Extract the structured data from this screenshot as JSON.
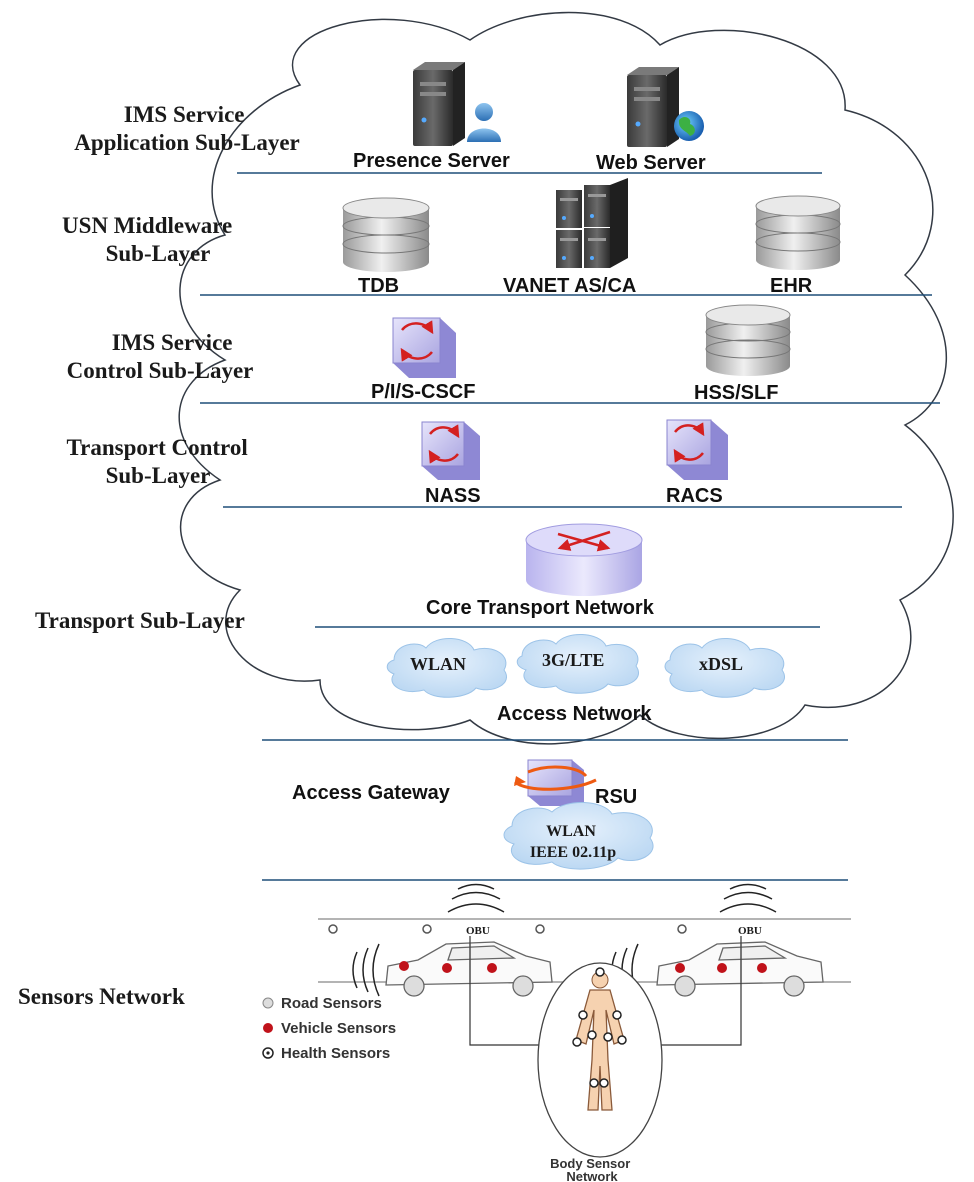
{
  "layers": {
    "ims_app": [
      "IMS Service",
      "Application Sub-Layer"
    ],
    "usn": [
      "USN Middleware",
      "Sub-Layer"
    ],
    "ims_ctrl": [
      "IMS Service",
      "Control Sub-Layer"
    ],
    "transport_ctrl": [
      "Transport Control",
      "Sub-Layer"
    ],
    "transport": "Transport Sub-Layer",
    "sensors": "Sensors Network"
  },
  "nodes": {
    "presence_server": "Presence Server",
    "web_server": "Web Server",
    "tdb": "TDB",
    "vanet": "VANET AS/CA",
    "ehr": "EHR",
    "pis_cscf": "P/I/S-CSCF",
    "hss_slf": "HSS/SLF",
    "nass": "NASS",
    "racs": "RACS",
    "core_network": "Core Transport Network",
    "access_network": "Access Network",
    "access_gateway": "Access Gateway",
    "rsu": "RSU",
    "body_sensor": [
      "Body Sensor",
      "Network"
    ]
  },
  "clouds": {
    "wlan": "WLAN",
    "lte": "3G/LTE",
    "xdsl": "xDSL",
    "wlan_p": [
      "WLAN",
      "IEEE 02.11p"
    ]
  },
  "obu": "OBU",
  "legend": {
    "road": "Road Sensors",
    "vehicle": "Vehicle Sensors",
    "health": "Health Sensors"
  },
  "colors": {
    "divider": "#1f4e79",
    "vehicle_sensor": "#c0121a",
    "cloud_fill": "#c6dff5",
    "device_fill": "#c9c6f0",
    "arrow": "#d42020"
  }
}
